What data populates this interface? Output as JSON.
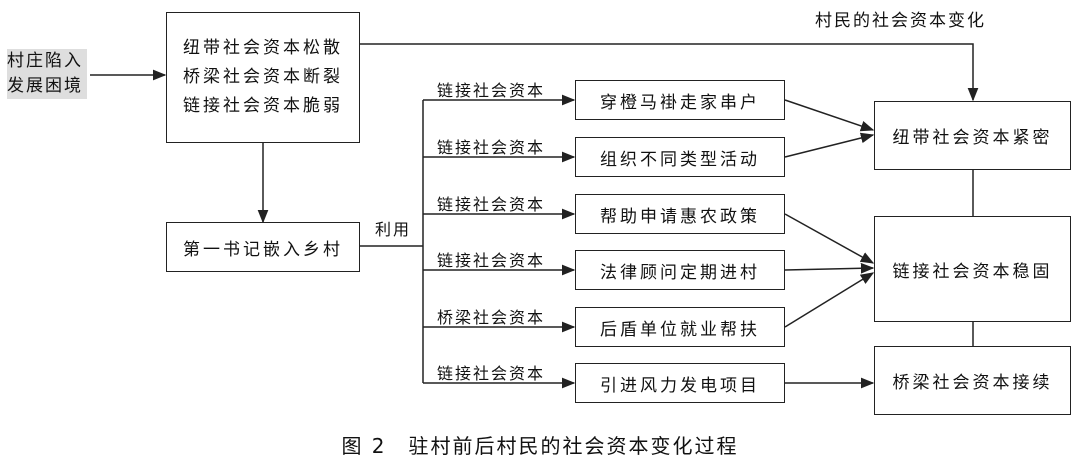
{
  "input": [
    "村庄陷入",
    "发展困境"
  ],
  "top_box": [
    "纽带社会资本松散",
    "桥梁社会资本断裂",
    "链接社会资本脆弱"
  ],
  "secretary_box": "第一书记嵌入乡村",
  "use_label": "利用",
  "top_arrow_label": "村民的社会资本变化",
  "actions": [
    {
      "type": "链接社会资本",
      "label": "穿橙马褂走家串户"
    },
    {
      "type": "链接社会资本",
      "label": "组织不同类型活动"
    },
    {
      "type": "链接社会资本",
      "label": "帮助申请惠农政策"
    },
    {
      "type": "链接社会资本",
      "label": "法律顾问定期进村"
    },
    {
      "type": "桥梁社会资本",
      "label": "后盾单位就业帮扶"
    },
    {
      "type": "链接社会资本",
      "label": "引进风力发电项目"
    }
  ],
  "outcomes": [
    "纽带社会资本紧密",
    "链接社会资本稳固",
    "桥梁社会资本接续"
  ],
  "caption": "图 2　驻村前后村民的社会资本变化过程"
}
